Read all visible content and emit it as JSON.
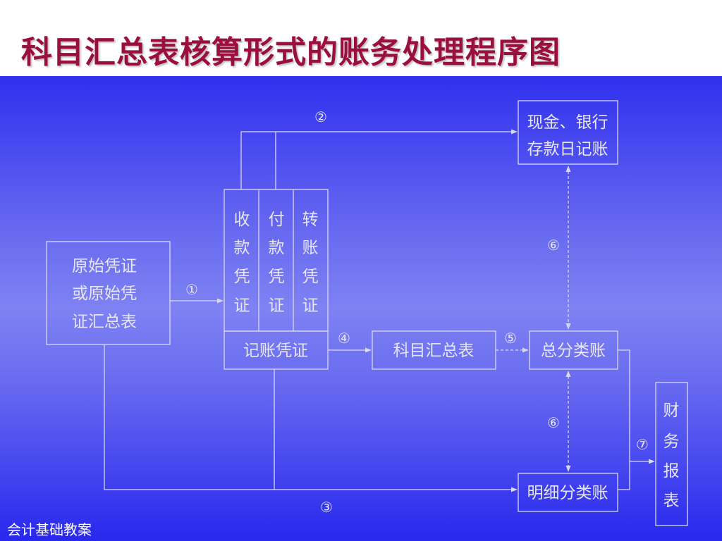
{
  "slide": {
    "title": "科目汇总表核算形式的账务处理程序图",
    "footer": "会计基础教案"
  },
  "diagram": {
    "nodes": {
      "original_voucher": [
        "原始凭证",
        "或原始凭",
        "证汇总表"
      ],
      "receipt_voucher": [
        "收",
        "款",
        "凭",
        "证"
      ],
      "payment_voucher": [
        "付",
        "款",
        "凭",
        "证"
      ],
      "transfer_voucher": [
        "转",
        "账",
        "凭",
        "证"
      ],
      "accounting_voucher": "记账凭证",
      "account_summary": "科目汇总表",
      "cash_bank_journal": [
        "现金、银行",
        "存款日记账"
      ],
      "general_ledger": "总分类账",
      "subsidiary_ledger": "明细分类账",
      "financial_statements": [
        "财",
        "务",
        "报",
        "表"
      ]
    },
    "steps": {
      "s1": "①",
      "s2": "②",
      "s3": "③",
      "s4": "④",
      "s5": "⑤",
      "s6a": "⑥",
      "s6b": "⑥",
      "s7": "⑦"
    },
    "colors": {
      "title": "#9a0f3d",
      "line": "#d8d8ea",
      "text": "#e6e6f2"
    }
  }
}
